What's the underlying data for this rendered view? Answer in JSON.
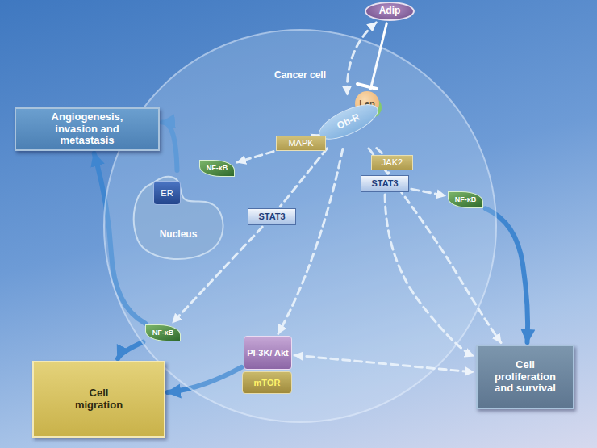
{
  "diagram": {
    "nodes": [
      {
        "text": [
          "Adip"
        ]
      },
      {
        "text": [
          "Lep"
        ]
      },
      {
        "text": [
          "Ob-R"
        ]
      },
      {
        "text": [
          "Cancer cell"
        ]
      },
      {
        "text": [
          "Angiogenesis, invasion and metastasis"
        ]
      },
      {
        "text": [
          "MAPK"
        ],
        "in": 3
      },
      {
        "text": [
          "NF-κB"
        ],
        "in": 3
      },
      {
        "text": [
          "Nucleus"
        ],
        "in": 3
      },
      {
        "text": [
          "ER"
        ],
        "in": 7
      },
      {
        "text": [
          "JAK2"
        ],
        "in": 3
      },
      {
        "text": [
          "STAT3"
        ],
        "in": 3
      },
      {
        "text": [
          "NF-κB"
        ],
        "in": 3
      },
      {
        "text": [
          "STAT3"
        ],
        "in": 3
      },
      {
        "text": [
          "NF-κB"
        ],
        "in": 3
      },
      {
        "text": [
          "PI-3K/ Akt"
        ],
        "in": 3
      },
      {
        "text": [
          "mTOR"
        ],
        "in": 3
      },
      {
        "text": [
          "Cell migration"
        ]
      },
      {
        "text": [
          "Cell proliferation and survival"
        ]
      }
    ],
    "edges": [
      {
        "from": 0,
        "to": 2,
        "arrow": "both"
      },
      {
        "from": 0,
        "to": 1,
        "arrow": "none"
      },
      {
        "from": 2,
        "to": 5,
        "arrow": "to"
      },
      {
        "from": 5,
        "to": 6,
        "arrow": "to"
      },
      {
        "from": 2,
        "to": 9,
        "arrow": "none"
      },
      {
        "from": 9,
        "to": 10,
        "arrow": "none"
      },
      {
        "from": 10,
        "to": 11,
        "arrow": "to"
      },
      {
        "from": 10,
        "to": 17,
        "arrow": "to"
      },
      {
        "from": 2,
        "to": 17,
        "arrow": "to"
      },
      {
        "from": 2,
        "to": 12,
        "arrow": "none"
      },
      {
        "from": 12,
        "to": 13,
        "arrow": "to"
      },
      {
        "from": 2,
        "to": 14,
        "arrow": "to"
      },
      {
        "from": 14,
        "to": 17,
        "arrow": "both"
      },
      {
        "from": 11,
        "to": 17,
        "arrow": "to"
      },
      {
        "from": 7,
        "to": 4,
        "arrow": "to"
      },
      {
        "from": 13,
        "to": 4,
        "arrow": "to"
      },
      {
        "from": 13,
        "to": 16,
        "arrow": "to"
      },
      {
        "from": 14,
        "to": 16,
        "arrow": "to"
      }
    ]
  }
}
